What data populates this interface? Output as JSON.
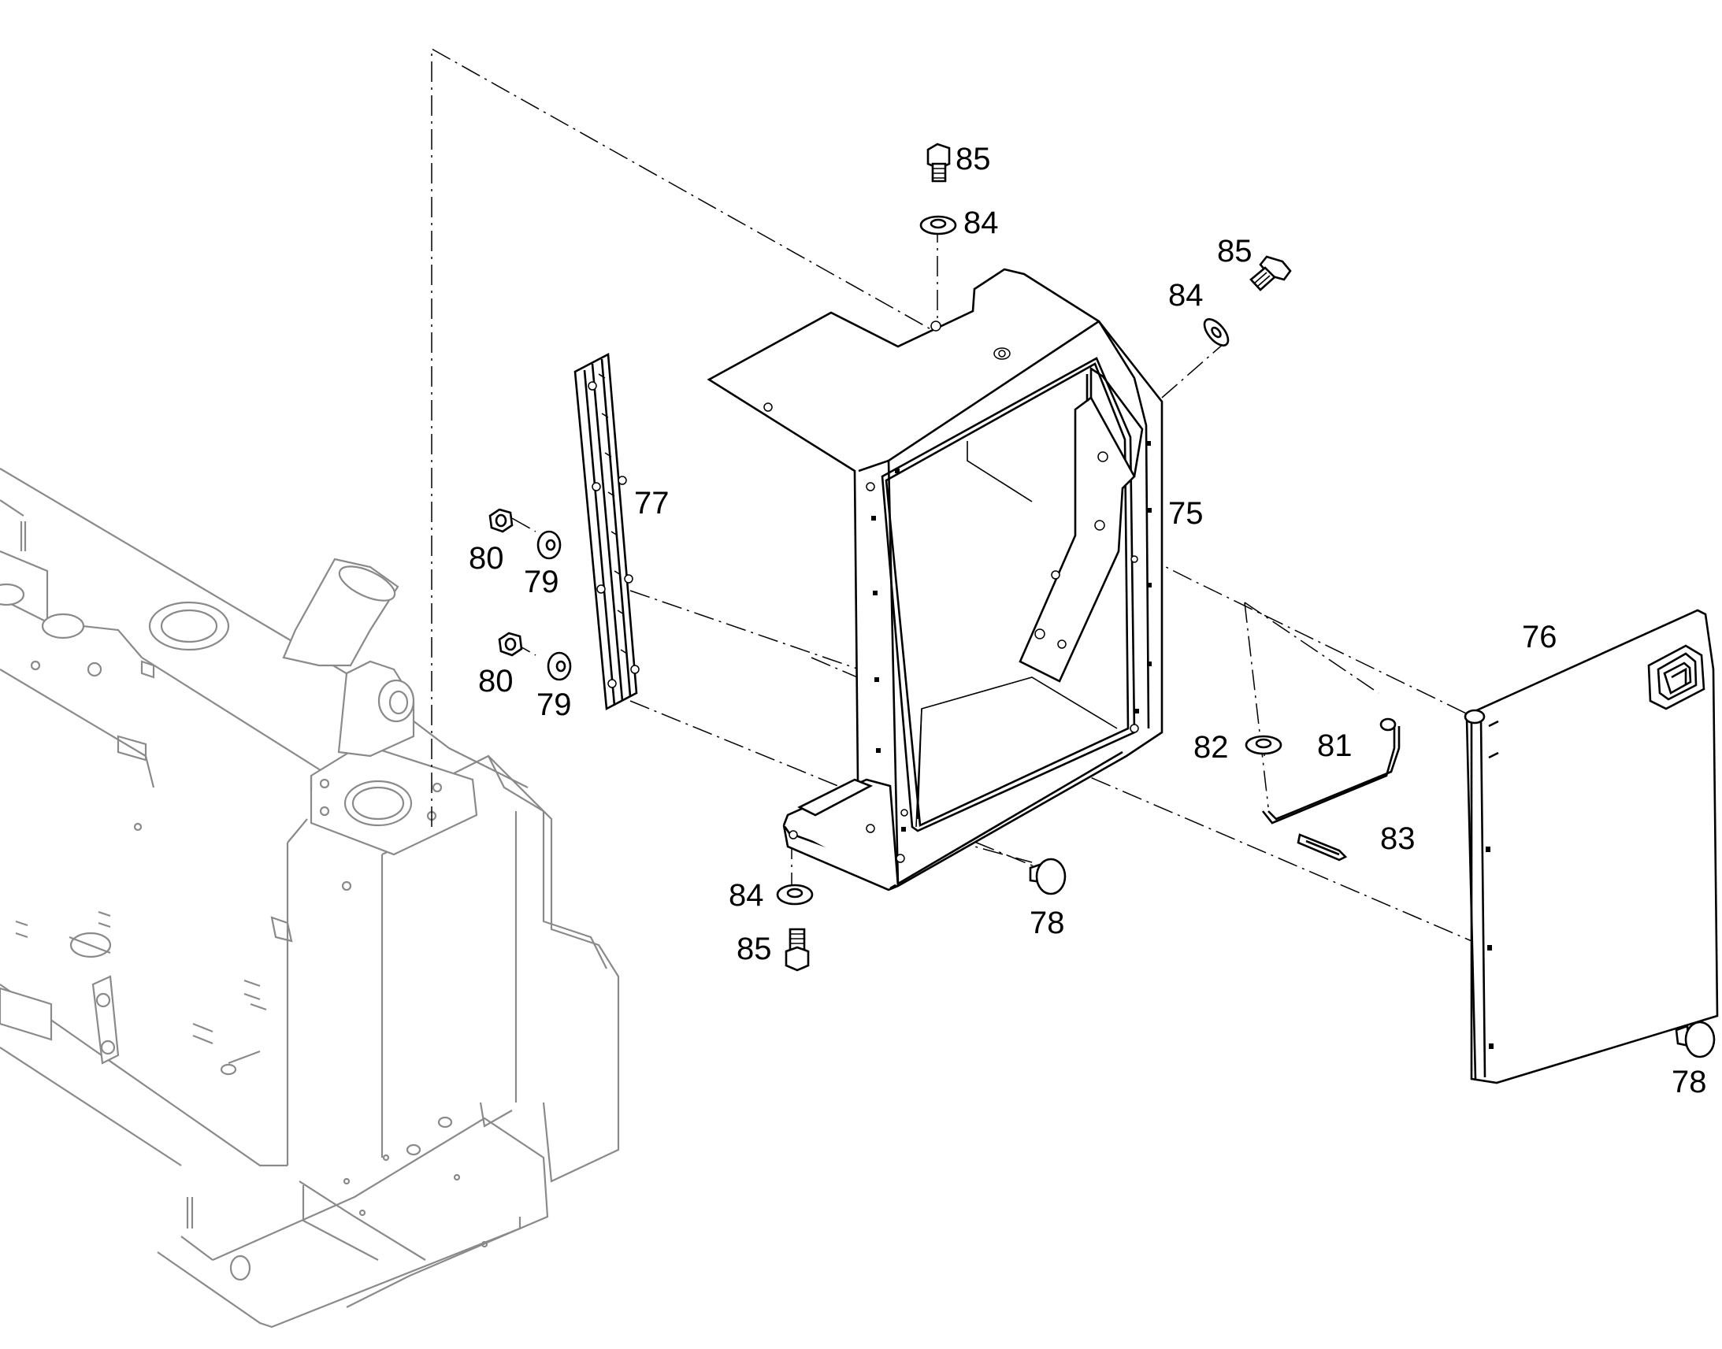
{
  "callouts": [
    {
      "id": "c85a",
      "text": "85"
    },
    {
      "id": "c84a",
      "text": "84"
    },
    {
      "id": "c85b",
      "text": "85"
    },
    {
      "id": "c84b",
      "text": "84"
    },
    {
      "id": "c77",
      "text": "77"
    },
    {
      "id": "c75",
      "text": "75"
    },
    {
      "id": "c80a",
      "text": "80"
    },
    {
      "id": "c79a",
      "text": "79"
    },
    {
      "id": "c80b",
      "text": "80"
    },
    {
      "id": "c79b",
      "text": "79"
    },
    {
      "id": "c76",
      "text": "76"
    },
    {
      "id": "c82",
      "text": "82"
    },
    {
      "id": "c81",
      "text": "81"
    },
    {
      "id": "c83",
      "text": "83"
    },
    {
      "id": "c84c",
      "text": "84"
    },
    {
      "id": "c78a",
      "text": "78"
    },
    {
      "id": "c85c",
      "text": "85"
    },
    {
      "id": "c78b",
      "text": "78"
    }
  ]
}
